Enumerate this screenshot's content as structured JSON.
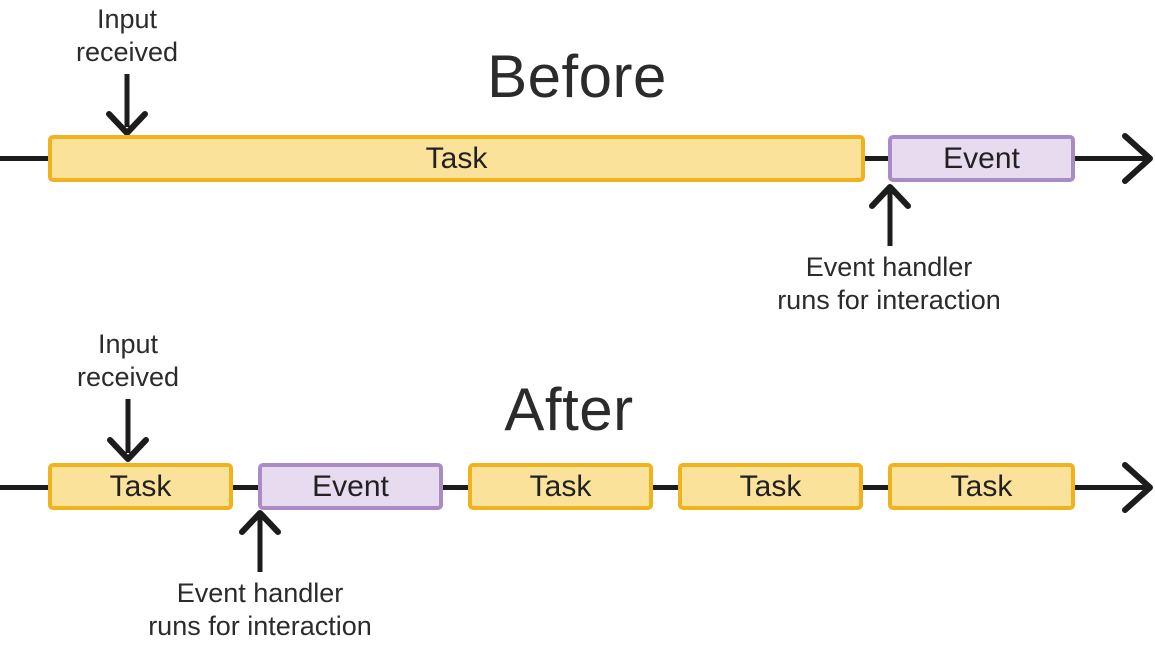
{
  "colors": {
    "task_fill": "#FAE29B",
    "task_border": "#F0B31E",
    "event_fill": "#E7DBF0",
    "event_border": "#A98CC5",
    "line": "#1C1C1C",
    "text": "#2B2B2B"
  },
  "sections": {
    "before": {
      "title": "Before",
      "input_label": "Input\nreceived",
      "handler_label": "Event handler\nruns for interaction",
      "boxes": [
        {
          "label": "Task",
          "type": "task"
        },
        {
          "label": "Event",
          "type": "event"
        }
      ]
    },
    "after": {
      "title": "After",
      "input_label": "Input\nreceived",
      "handler_label": "Event handler\nruns for interaction",
      "boxes": [
        {
          "label": "Task",
          "type": "task"
        },
        {
          "label": "Event",
          "type": "event"
        },
        {
          "label": "Task",
          "type": "task"
        },
        {
          "label": "Task",
          "type": "task"
        },
        {
          "label": "Task",
          "type": "task"
        }
      ]
    }
  }
}
